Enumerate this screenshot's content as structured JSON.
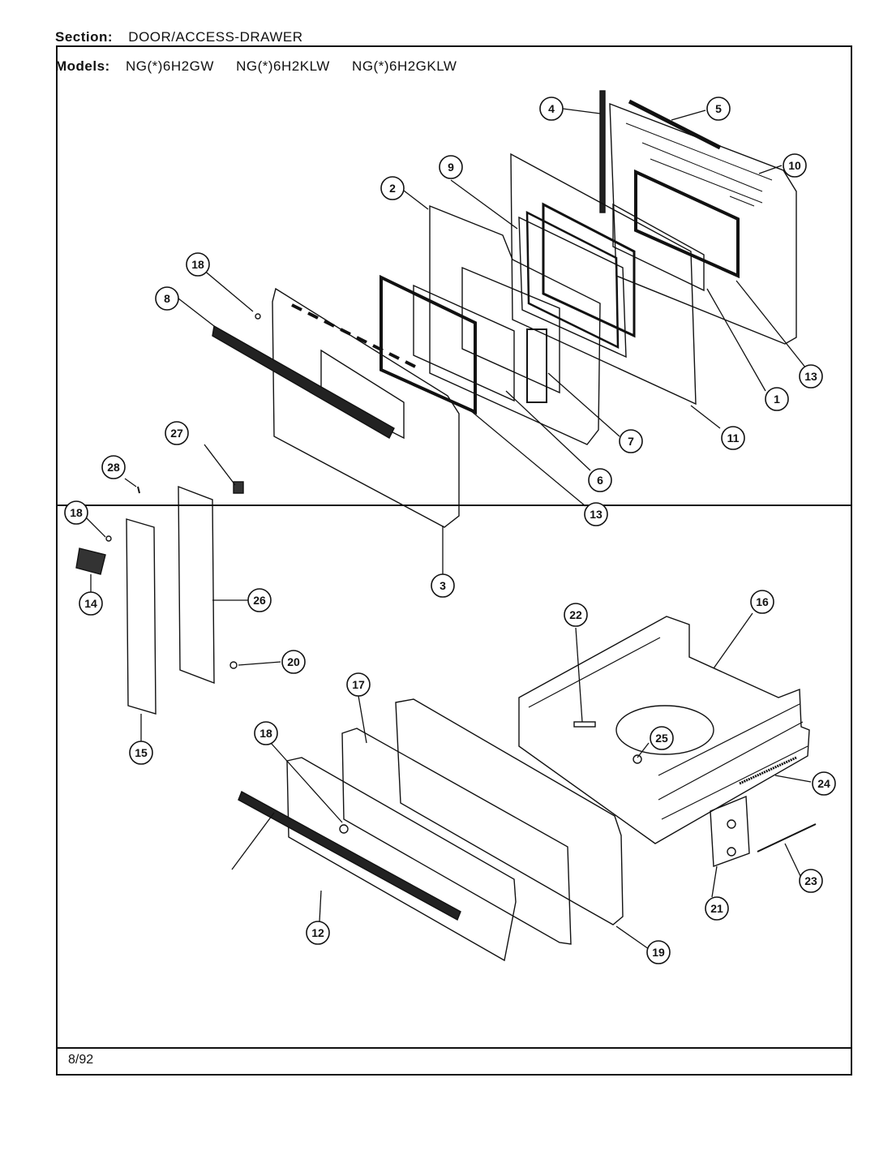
{
  "header": {
    "section_key": "Section:",
    "section_value": "DOOR/ACCESS-DRAWER",
    "models_key": "Models:",
    "models": [
      "NG(*)6H2GW",
      "NG(*)6H2KLW",
      "NG(*)6H2GKLW"
    ]
  },
  "footer": {
    "date": "8/92"
  },
  "callouts": [
    "1",
    "2",
    "3",
    "4",
    "5",
    "6",
    "7",
    "8",
    "9",
    "10",
    "11",
    "12",
    "13",
    "14",
    "15",
    "16",
    "17",
    "18",
    "19",
    "20",
    "21",
    "22",
    "23",
    "24",
    "25",
    "26",
    "27",
    "28"
  ]
}
